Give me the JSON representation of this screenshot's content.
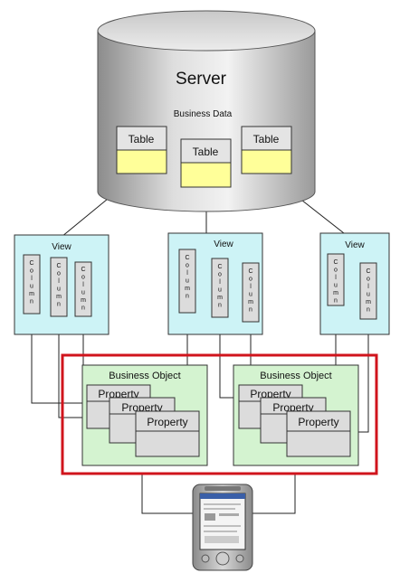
{
  "server": {
    "title": "Server",
    "subtitle": "Business Data",
    "tables": [
      {
        "label": "Table"
      },
      {
        "label": "Table"
      },
      {
        "label": "Table"
      }
    ]
  },
  "views": [
    {
      "label": "View",
      "columns": [
        {
          "label": "Column"
        },
        {
          "label": "Column"
        },
        {
          "label": "Column"
        }
      ]
    },
    {
      "label": "View",
      "columns": [
        {
          "label": "Column"
        },
        {
          "label": "Column"
        },
        {
          "label": "Column"
        }
      ]
    },
    {
      "label": "View",
      "columns": [
        {
          "label": "Column"
        },
        {
          "label": "Column"
        }
      ]
    }
  ],
  "business_objects": [
    {
      "label": "Business Object",
      "properties": [
        {
          "label": "Property"
        },
        {
          "label": "Property"
        },
        {
          "label": "Property"
        }
      ]
    },
    {
      "label": "Business Object",
      "properties": [
        {
          "label": "Property"
        },
        {
          "label": "Property"
        },
        {
          "label": "Property"
        }
      ]
    }
  ],
  "colors": {
    "view_fill": "#cdf3f6",
    "table_cell": "#ffff99",
    "business_object_fill": "#d4f3d0",
    "highlight_border": "#d0141c",
    "property_fill": "#dcdcdc"
  }
}
